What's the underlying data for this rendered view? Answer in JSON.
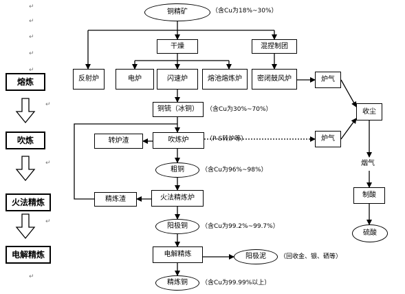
{
  "paragraph_mark": "↵",
  "left_steps": [
    "熔炼",
    "吹炼",
    "火法精炼",
    "电解精炼"
  ],
  "nodes": {
    "ore": "铜精矿",
    "dry": "干燥",
    "mix": "混捏制团",
    "reverb": "反射炉",
    "electric": "电炉",
    "flash": "闪速炉",
    "bath": "熔池熔炼炉",
    "blast": "密闭鼓风炉",
    "matte": "铜锍（冰铜）",
    "converter": "吹炼炉",
    "converter_slag": "转炉渣",
    "blister": "粗铜",
    "fire_refine": "火法精炼炉",
    "refine_slag": "精炼渣",
    "anode": "阳极铜",
    "electrolysis": "电解精炼",
    "anode_mud": "阳极泥",
    "cathode": "精炼铜",
    "gas1": "炉气",
    "gas2": "炉气",
    "dust": "收尘",
    "fume": "烟气",
    "acid_make": "制酸",
    "acid": "硫酸"
  },
  "notes": {
    "ore": "（含Cu为18%~30%）",
    "matte": "（含Cu为30%~70%）",
    "converter": "（P-S转炉等）",
    "blister": "（含Cu为96%~98%）",
    "anode": "（含Cu为99.2%~99.7%）",
    "anode_mud": "（回收金、银、硒等）",
    "cathode": "（含Cu为99.99%以上）"
  }
}
